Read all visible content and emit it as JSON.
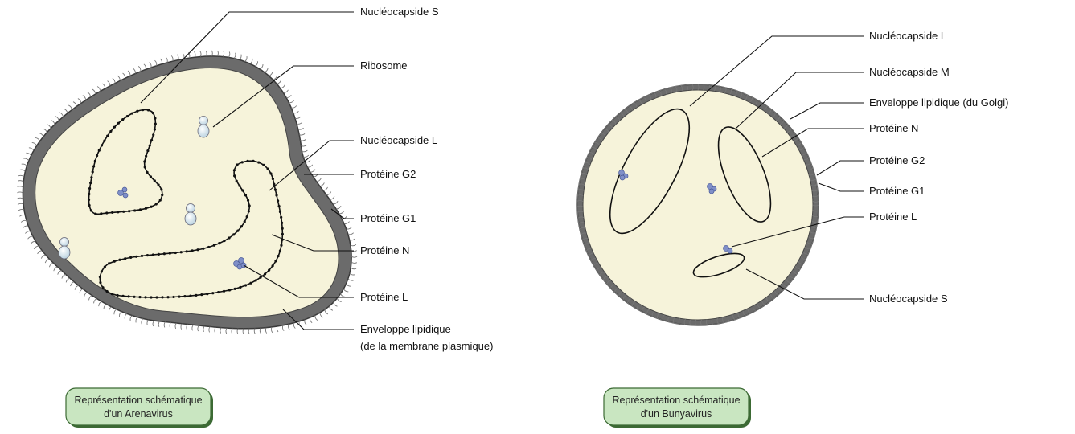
{
  "arenavirus": {
    "labels": {
      "nucleocapside_s": "Nucléocapside S",
      "ribosome": "Ribosome",
      "nucleocapside_l": "Nucléocapside L",
      "proteine_g2": "Protéine G2",
      "proteine_g1": "Protéine G1",
      "proteine_n": "Protéine N",
      "proteine_l": "Protéine L",
      "enveloppe_line1": "Enveloppe lipidique",
      "enveloppe_line2": "(de la membrane plasmique)"
    },
    "caption_line1": "Représentation schématique",
    "caption_line2": "d'un Arenavirus"
  },
  "bunyavirus": {
    "labels": {
      "nucleocapside_l": "Nucléocapside L",
      "nucleocapside_m": "Nucléocapside M",
      "enveloppe": "Enveloppe lipidique (du Golgi)",
      "proteine_n": "Protéine N",
      "proteine_g2": "Protéine G2",
      "proteine_g1": "Protéine G1",
      "proteine_l": "Protéine L",
      "nucleocapside_s": "Nucléocapside S"
    },
    "caption_line1": "Représentation schématique",
    "caption_line2": "d'un Bunyavirus"
  },
  "colors": {
    "interior": "#f6f3da",
    "envelope": "#6b6b6b",
    "caption_fill": "#c9e6c1",
    "caption_stroke": "#3c6a34",
    "protein": "#7f8fc8"
  }
}
